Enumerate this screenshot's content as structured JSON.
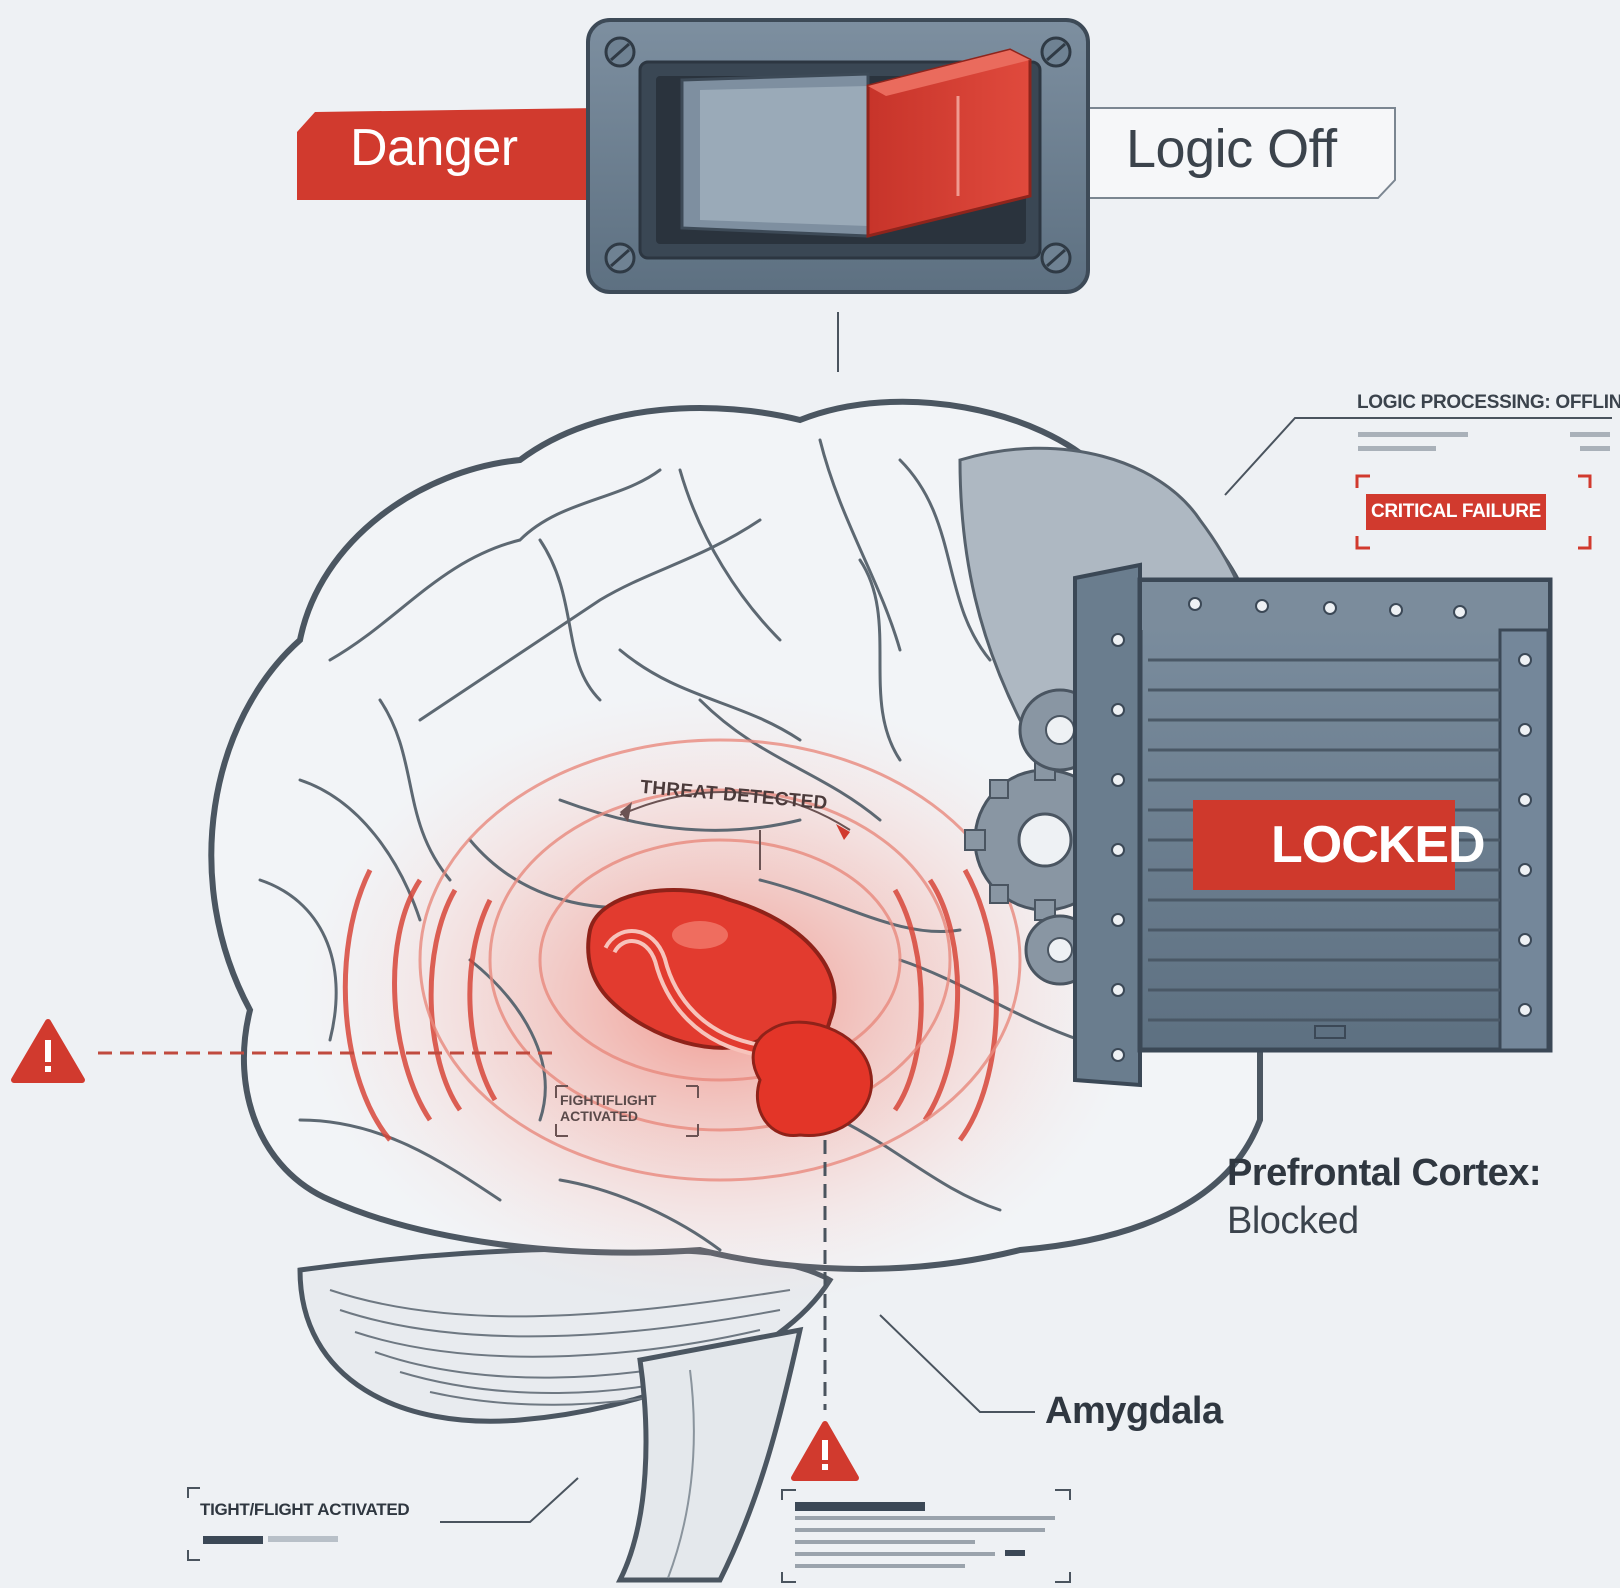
{
  "switch": {
    "left_label": "Danger",
    "right_label": "Logic Off"
  },
  "status_panel": {
    "title": "LOGIC PROCESSING: OFFLINE",
    "badge": "CRITICAL FAILURE"
  },
  "door": {
    "badge": "LOCKED",
    "icon": "padlock-icon"
  },
  "prefrontal": {
    "title": "Prefrontal Cortex:",
    "status": "Blocked"
  },
  "amygdala": {
    "label": "Amygdala",
    "threat": "THREAT DETECTED",
    "inner_label": "FIGHTIFLIGHT\nACTIVATED"
  },
  "footer_box": {
    "label": "TIGHT/FLIGHT ACTIVATED"
  },
  "colors": {
    "danger_red": "#d13a2e",
    "steel": "#5f7384",
    "background": "#eef1f4",
    "text_dark": "#2f3740"
  }
}
